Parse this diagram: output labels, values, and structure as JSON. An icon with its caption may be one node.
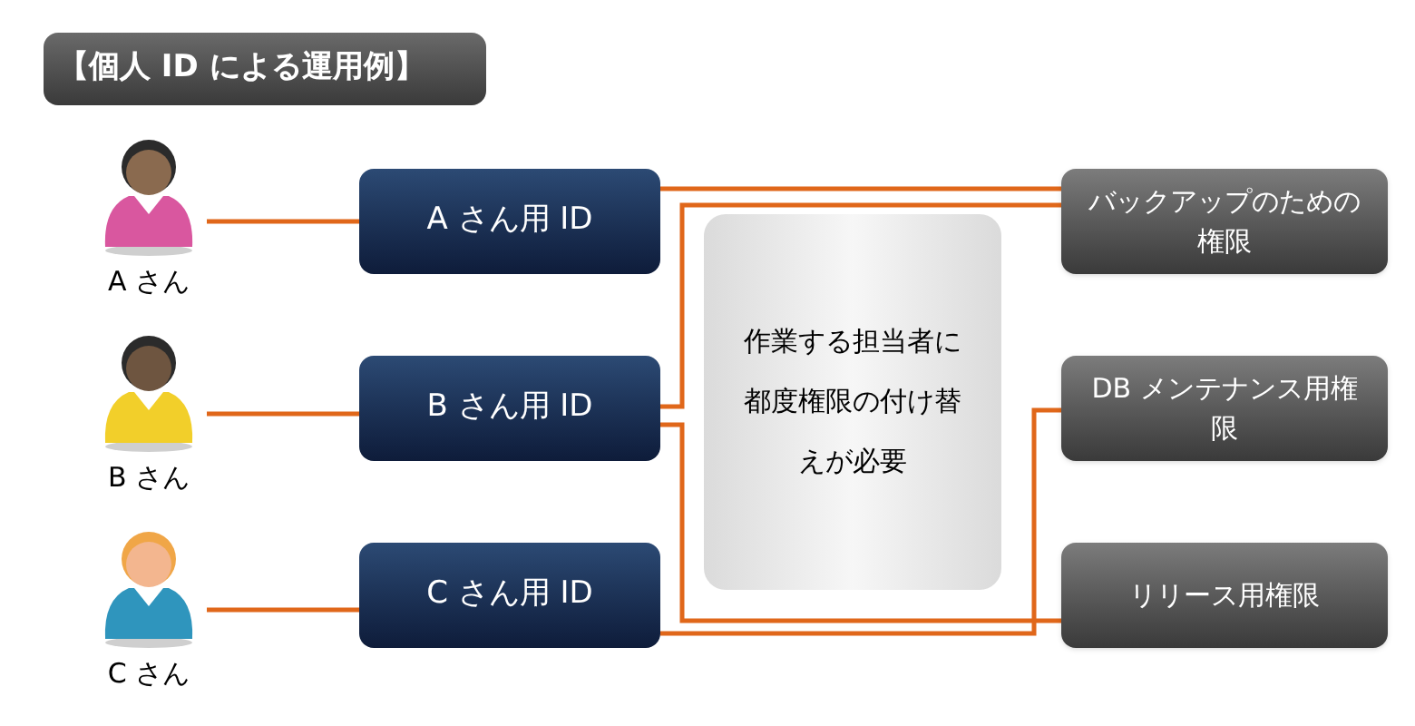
{
  "diagram": {
    "title": "【個人 ID による運用例】",
    "nodes": [
      {
        "text": [
          "A さん"
        ]
      },
      {
        "text": [
          "B さん"
        ]
      },
      {
        "text": [
          "C さん"
        ]
      },
      {
        "text": [
          "A さん用 ID"
        ]
      },
      {
        "text": [
          "B さん用 ID"
        ]
      },
      {
        "text": [
          "C さん用 ID"
        ]
      },
      {
        "text": [
          "作業する担当者に都度権限の付け替えが必要"
        ]
      },
      {
        "text": [
          "バックアップのための権限"
        ]
      },
      {
        "text": [
          "DB メンテナンス用権限"
        ]
      },
      {
        "text": [
          "リリース用権限"
        ]
      }
    ],
    "edges": [
      {
        "from": 0,
        "to": 3,
        "arrow": "none"
      },
      {
        "from": 1,
        "to": 4,
        "arrow": "none"
      },
      {
        "from": 2,
        "to": 5,
        "arrow": "none"
      },
      {
        "from": 3,
        "to": 7,
        "arrow": "none"
      },
      {
        "from": 4,
        "to": 7,
        "arrow": "none"
      },
      {
        "from": 4,
        "to": 9,
        "arrow": "none"
      },
      {
        "from": 5,
        "to": 8,
        "arrow": "none"
      }
    ]
  }
}
